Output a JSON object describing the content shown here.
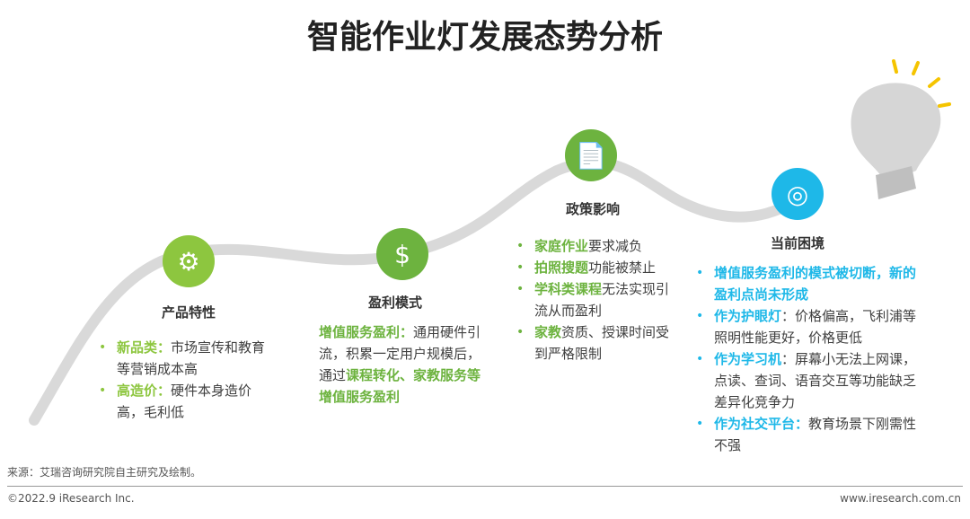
{
  "title": "智能作业灯发展态势分析",
  "colors": {
    "lime": "#8DC63F",
    "green": "#6DB33F",
    "blue": "#1EB8E8",
    "curve": "#d9d9d9"
  },
  "stages": [
    {
      "heading": "产品特性",
      "icon": "gears-icon",
      "items": [
        {
          "key": "新品类：",
          "text": "市场宣传和教育等营销成本高"
        },
        {
          "key": "高造价：",
          "text": "硬件本身造价高，毛利低"
        }
      ]
    },
    {
      "heading": "盈利模式",
      "icon": "money-hand-icon",
      "p1": "增值服务盈利：",
      "p2": "通用硬件引流，积累一定用户规模后，通过",
      "p3": "课程转化、家教服务等增值服务盈利"
    },
    {
      "heading": "政策影响",
      "icon": "document-icon",
      "items": [
        {
          "key": "家庭作业",
          "text": "要求减负"
        },
        {
          "key": "拍照搜题",
          "text": "功能被禁止"
        },
        {
          "key": "学科类课程",
          "text": "无法实现引流从而盈利"
        },
        {
          "key": "家教",
          "text": "资质、授课时间受到严格限制"
        }
      ]
    },
    {
      "heading": "当前困境",
      "icon": "target-icon",
      "items": [
        {
          "key": "增值服务盈利的模式被切断，新的盈利点尚未形成",
          "text": ""
        },
        {
          "key": "作为护眼灯",
          "text": "：价格偏高，飞利浦等照明性能更好，价格更低"
        },
        {
          "key": "作为学习机",
          "text": "：屏幕小无法上网课，点读、查词、语音交互等功能缺乏差异化竞争力"
        },
        {
          "key": "作为社交平台：",
          "text": "教育场景下刚需性不强"
        }
      ]
    }
  ],
  "source": "来源：艾瑞咨询研究院自主研究及绘制。",
  "copyright": "©2022.9 iResearch Inc.",
  "website": "www.iresearch.com.cn"
}
